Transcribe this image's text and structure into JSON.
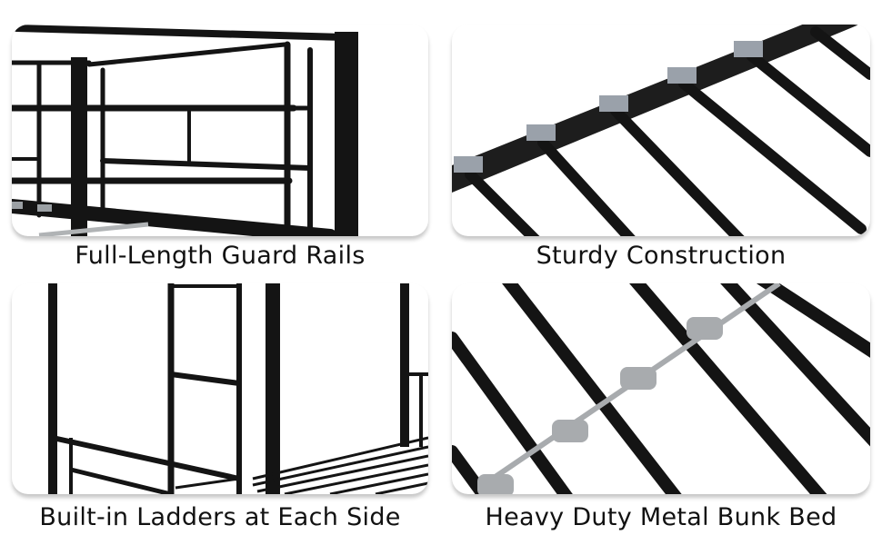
{
  "panels": [
    {
      "id": "guard-rails",
      "caption": "Full-Length Guard Rails",
      "image": "bunk-bed-guard-rail-closeup"
    },
    {
      "id": "construction",
      "caption": "Sturdy Construction",
      "image": "bed-frame-slats-closeup"
    },
    {
      "id": "ladders",
      "caption": "Built-in Ladders at Each Side",
      "image": "bunk-bed-ladder-view"
    },
    {
      "id": "heavy-duty",
      "caption": "Heavy Duty Metal Bunk Bed",
      "image": "slats-with-gray-connectors-closeup"
    }
  ],
  "colors": {
    "metal": "#141414",
    "connector": "#a8abae",
    "background": "#ffffff",
    "text": "#111111"
  }
}
